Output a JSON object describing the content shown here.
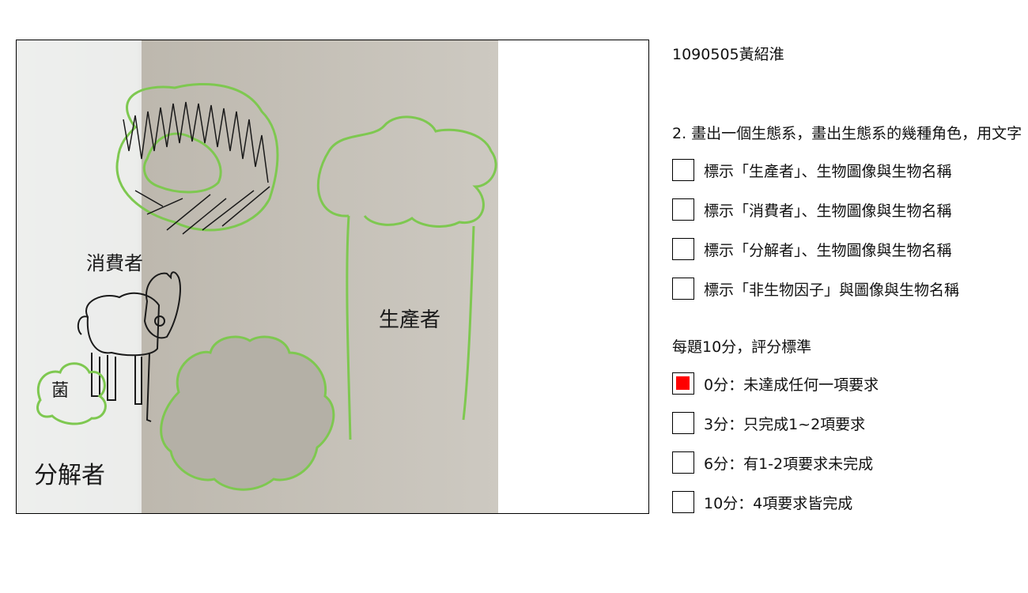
{
  "student_id": "1090505黃紹淮",
  "question": "2. 畫出一個生態系，畫出生態系的幾種角色，用文字",
  "requirements": [
    {
      "label": "標示「生產者」、生物圖像與生物名稱",
      "checked": false
    },
    {
      "label": "標示「消費者」、生物圖像與生物名稱",
      "checked": false
    },
    {
      "label": "標示「分解者」、生物圖像與生物名稱",
      "checked": false
    },
    {
      "label": "標示「非生物因子」與圖像與生物名稱",
      "checked": false
    }
  ],
  "rubric": {
    "title": "每題10分，評分標準",
    "options": [
      {
        "label": "0分：未達成任何一項要求",
        "checked": true
      },
      {
        "label": "3分：只完成1~2項要求",
        "checked": false
      },
      {
        "label": "6分：有1-2項要求未完成",
        "checked": false
      },
      {
        "label": "10分：4項要求皆完成",
        "checked": false
      }
    ]
  },
  "drawing": {
    "label_consumer": "消費者",
    "label_producer": "生產者",
    "label_mushroom": "菌",
    "label_decomposer": "分解者"
  },
  "colors": {
    "checked_fill": "#ff0000",
    "drawing_green": "#7ec850",
    "paper": "#cdc9c1"
  }
}
